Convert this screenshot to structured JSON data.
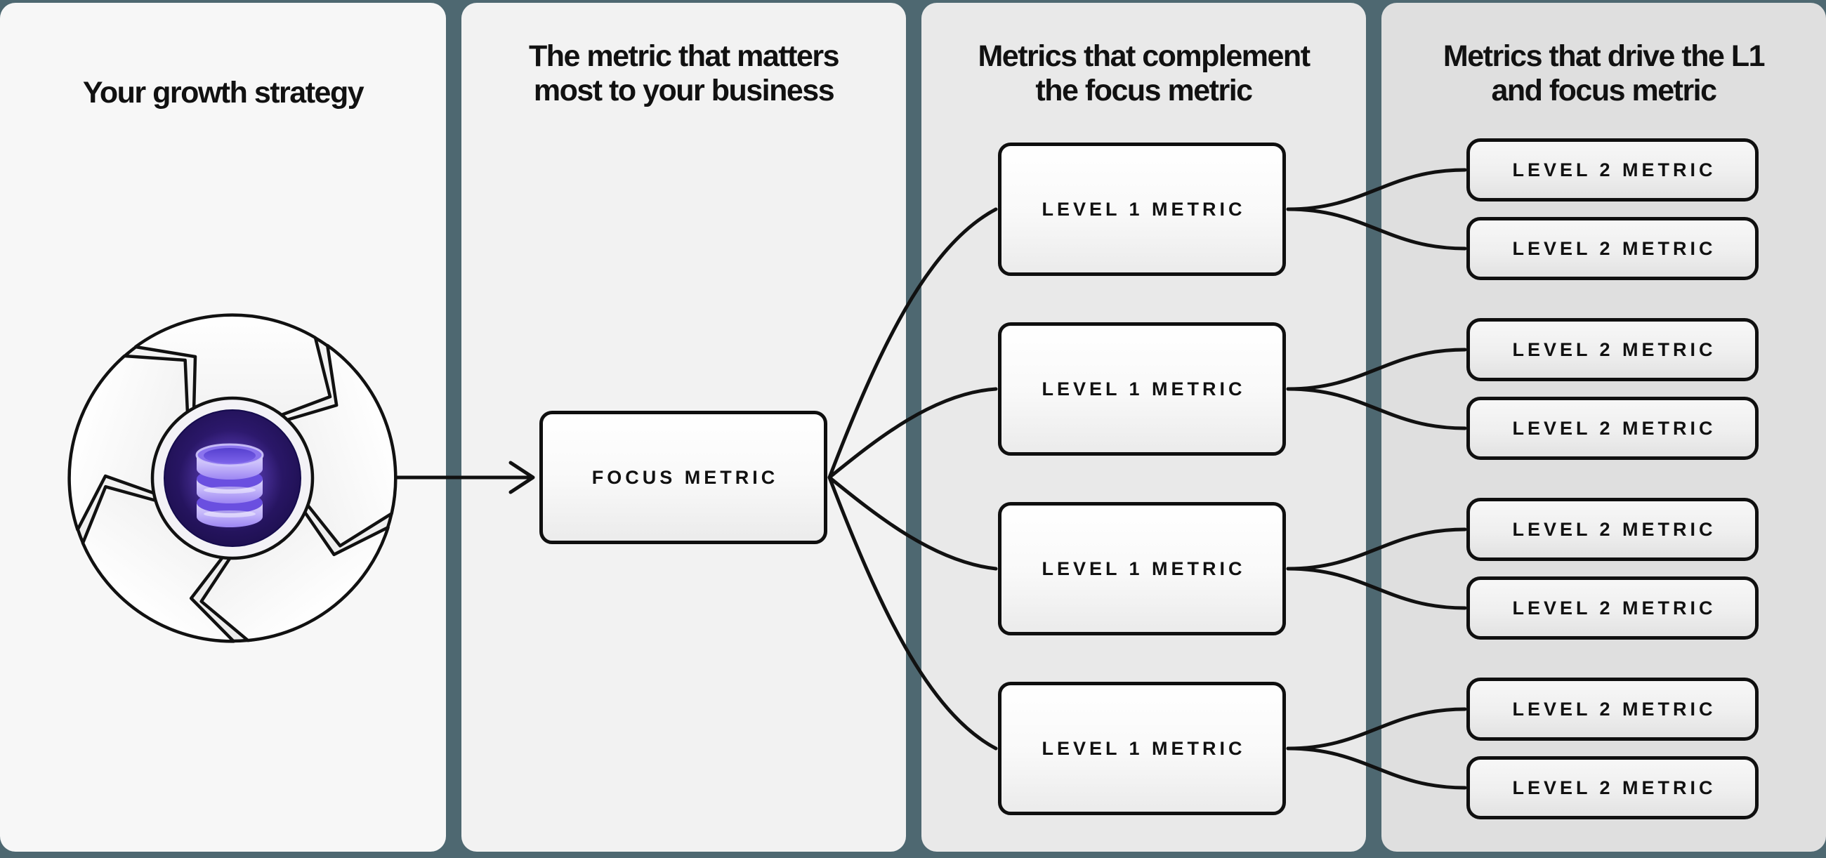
{
  "colors": {
    "background": "#4e6871",
    "panel_1": "#f7f7f7",
    "panel_2": "#f2f2f2",
    "panel_3": "#e9e9e9",
    "panel_4": "#dfdfdf",
    "line": "#111111",
    "text": "#111111",
    "core_purple": "#2a1768",
    "database_lavender": "#c4b6fa"
  },
  "panels": [
    {
      "title": "Your growth strategy"
    },
    {
      "title": "The metric that matters\nmost to your business"
    },
    {
      "title": "Metrics that complement\nthe focus metric"
    },
    {
      "title": "Metrics that drive the L1\nand focus metric"
    }
  ],
  "icons": {
    "growth_strategy": "flywheel-database-icon"
  },
  "nodes": {
    "focus": {
      "label": "FOCUS METRIC"
    },
    "level1": [
      {
        "label": "LEVEL 1 METRIC"
      },
      {
        "label": "LEVEL 1 METRIC"
      },
      {
        "label": "LEVEL 1 METRIC"
      },
      {
        "label": "LEVEL 1 METRIC"
      }
    ],
    "level2": [
      {
        "label": "LEVEL 2 METRIC"
      },
      {
        "label": "LEVEL 2 METRIC"
      },
      {
        "label": "LEVEL 2 METRIC"
      },
      {
        "label": "LEVEL 2 METRIC"
      },
      {
        "label": "LEVEL 2 METRIC"
      },
      {
        "label": "LEVEL 2 METRIC"
      },
      {
        "label": "LEVEL 2 METRIC"
      },
      {
        "label": "LEVEL 2 METRIC"
      }
    ]
  }
}
